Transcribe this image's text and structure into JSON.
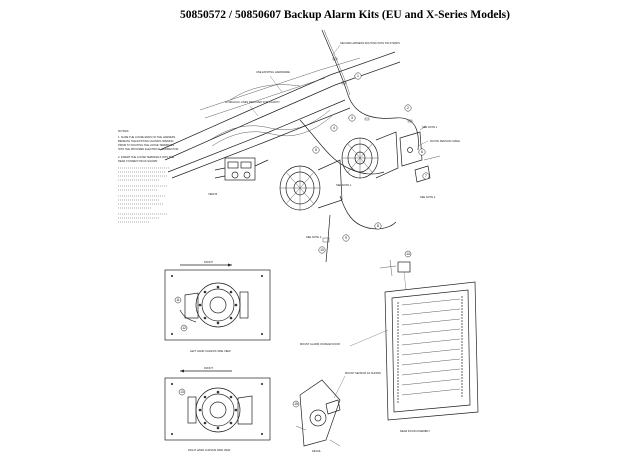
{
  "title": "50850572 / 50850607 Backup Alarm Kits (EU and X-Series Models)",
  "notes": {
    "heading": "NOTES:",
    "lines": [
      "1. SLIDE THE LOOSE ENDS OF THE HARNESS",
      "   BENEATH THE EXISTING CHASSIS OPENING",
      "   PRIOR TO ROUTING THE LOOSE TERMINALS",
      "   INTO THE PROVIDED ELECTRICAL CONNECTOR.",
      "2. INSERT THE LOOSE TERMINALS INTO THE",
      "   REAR CONNECTOR AS SHOWN."
    ]
  },
  "callouts": {
    "harness_route": "SECURE HARNESS ROUTING WITH TIE STRAPS",
    "use_existing_hw": "USE EXISTING HARDWARE",
    "hydraulic_lines": "HYDRAULIC LINES REMOVED FOR CLARITY",
    "view_b": "VIEW B",
    "front": "FRONT",
    "see_note_1": "SEE NOTE 1",
    "see_note_2": "SEE NOTE 2",
    "sensor_cable": "ROUTE SENSOR CABLE",
    "left_view": "LEFT HAND CHASSIS SIDE VIEW",
    "right_view": "RIGHT HAND CHASSIS SIDE VIEW",
    "alarm_location": "MOUNT ALARM ON REAR DOOR",
    "sensor_mount": "MOUNT SENSOR AS SHOWN",
    "detail": "DETAIL",
    "door_view": "REAR DOOR ASSEMBLY"
  },
  "item_numbers": [
    "1",
    "2",
    "3",
    "4",
    "5",
    "6",
    "7",
    "8",
    "9",
    "10",
    "11",
    "12",
    "13",
    "14",
    "15"
  ]
}
